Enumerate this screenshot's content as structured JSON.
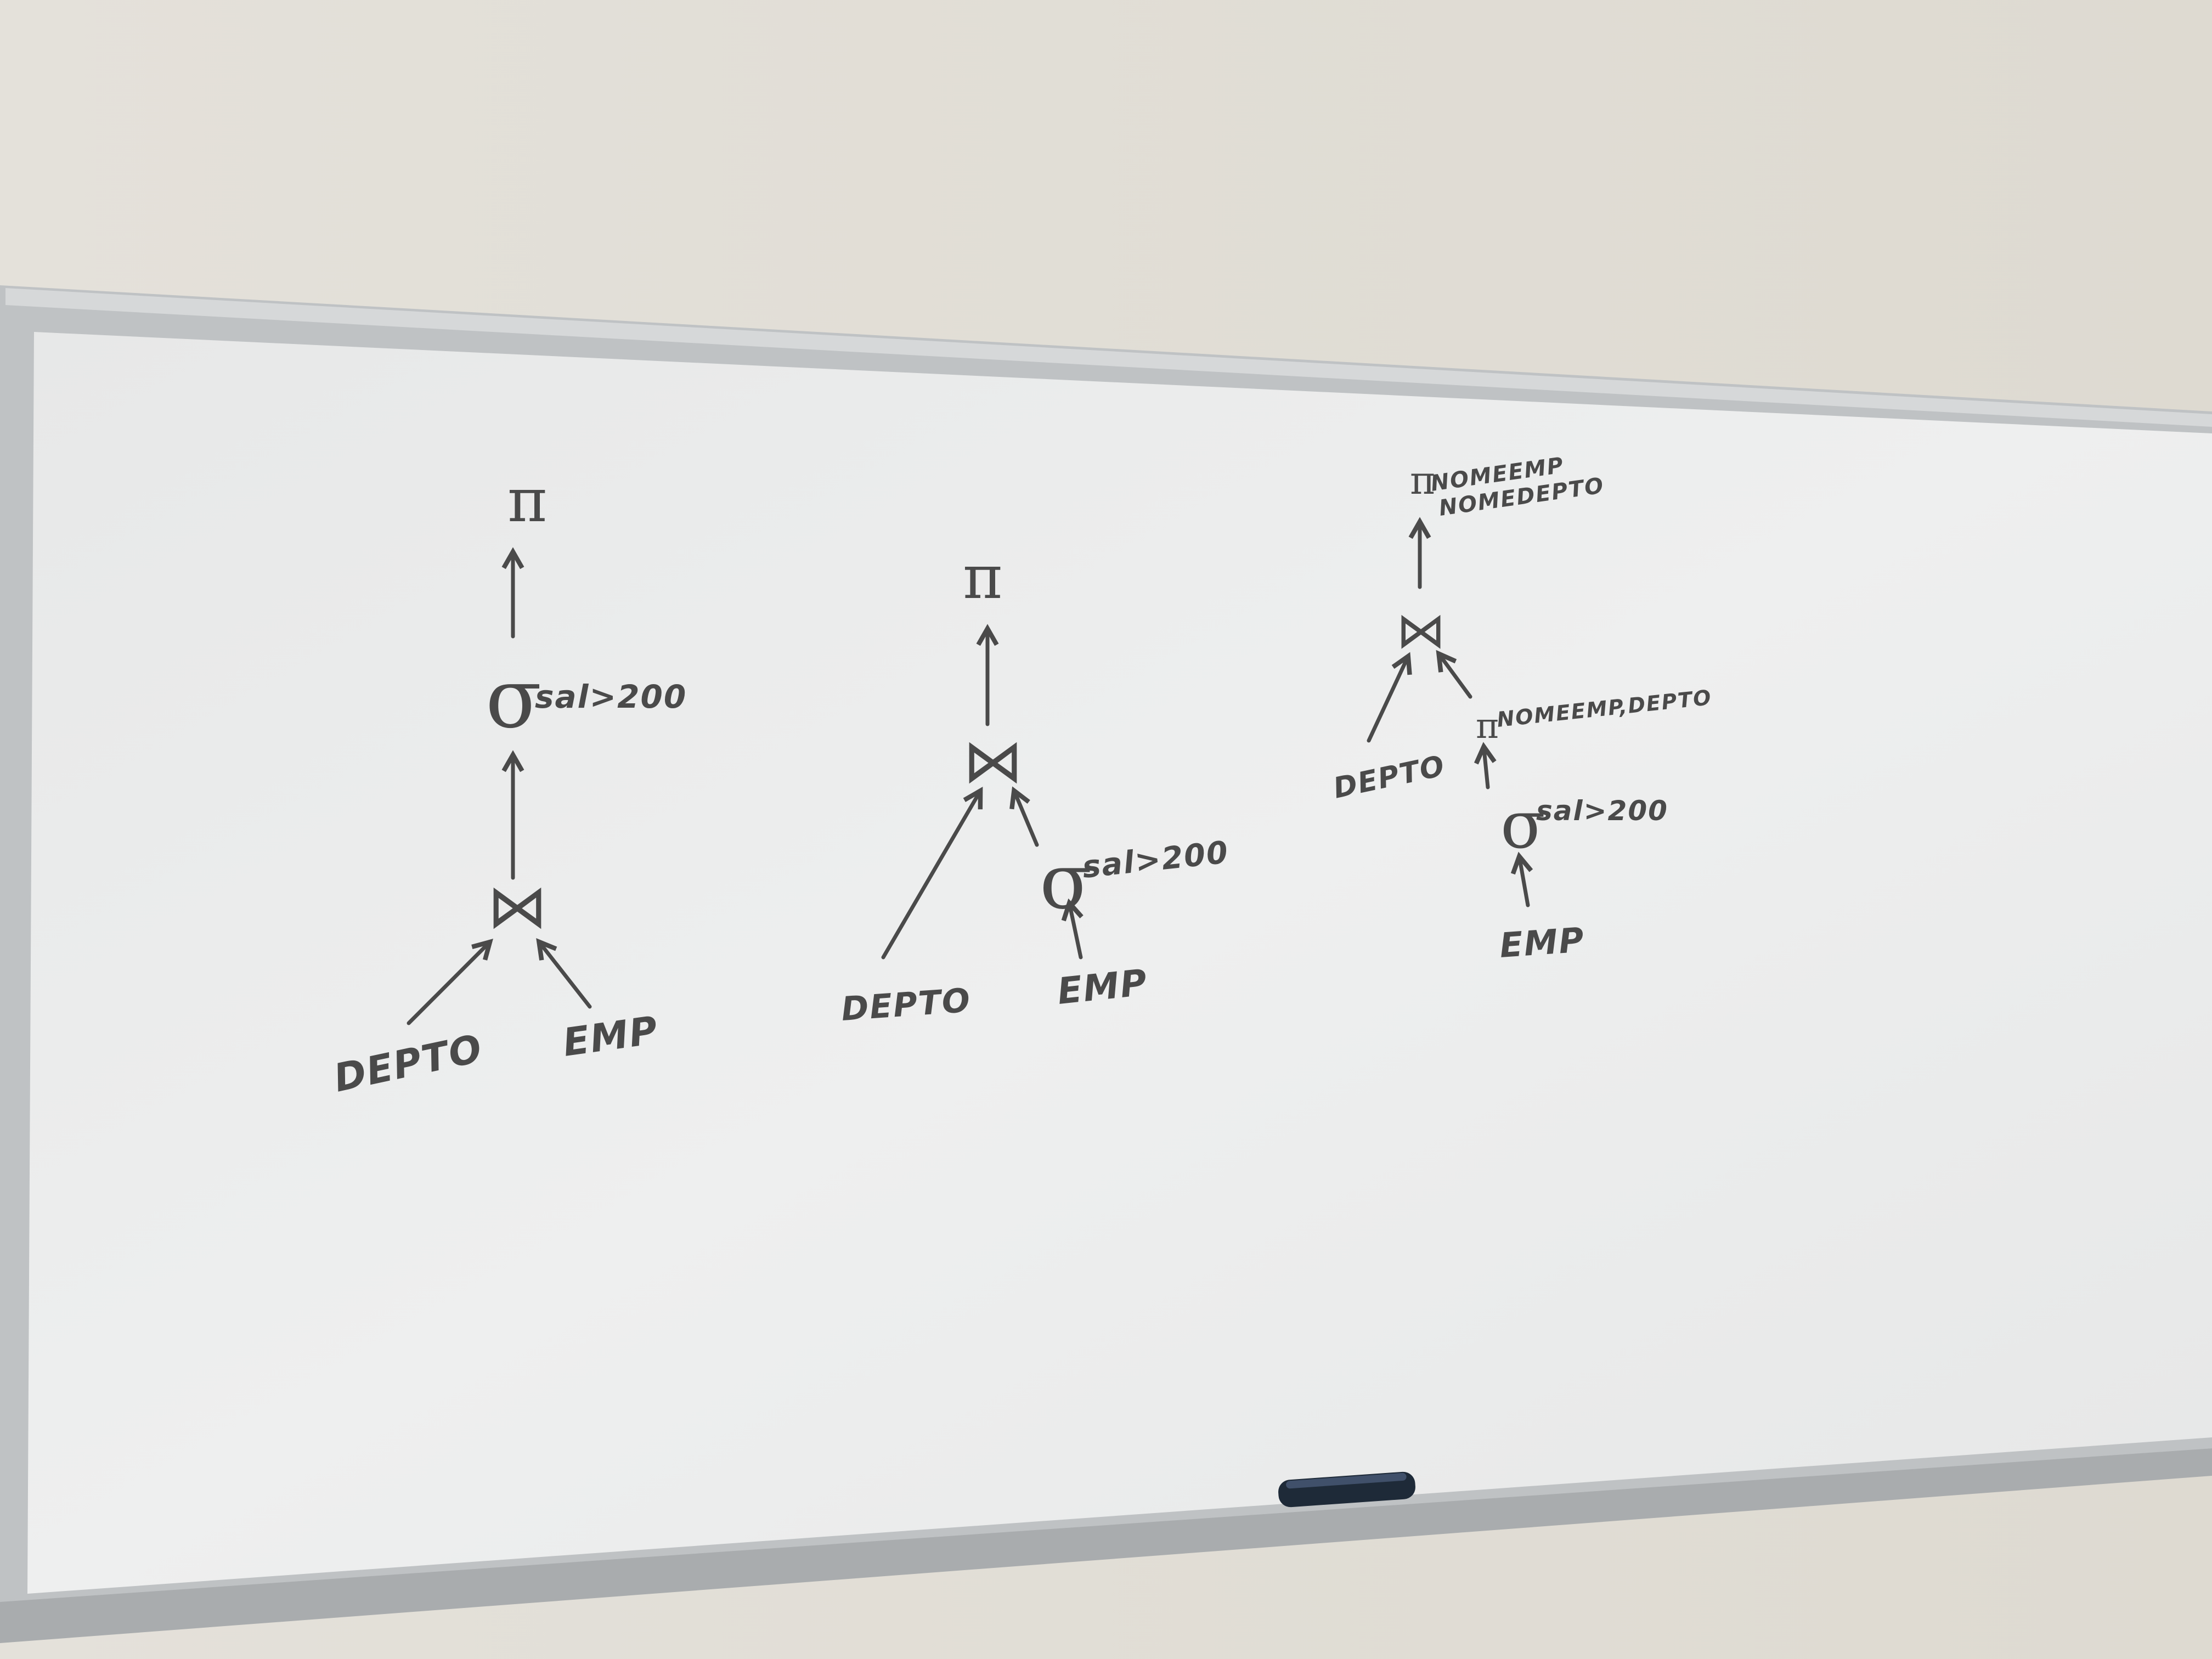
{
  "trees": [
    {
      "nodes": {
        "project": "π",
        "select": "σ",
        "select_cond": "sal>200",
        "join": "⋈",
        "left_leaf": "DEPTO",
        "right_leaf": "EMP"
      }
    },
    {
      "nodes": {
        "project": "π",
        "join": "⋈",
        "select": "σ",
        "select_cond": "sal>200",
        "left_leaf": "DEPTO",
        "right_leaf": "EMP"
      }
    },
    {
      "nodes": {
        "project_top": "π",
        "project_top_attrs_1": "NOMEEMP",
        "project_top_attrs_2": "NOMEDEPTO",
        "join": "⋈",
        "left_leaf": "DEPTO",
        "project_inner": "π",
        "project_inner_attrs": "NOMEEMP,DEPTO",
        "select": "σ",
        "select_cond": "sal>200",
        "right_leaf": "EMP"
      }
    }
  ],
  "colors": {
    "wall": "#e3e0d8",
    "board": "#eceded",
    "frame": "#bfc2c4",
    "ink": "#4a4a4a",
    "eraser": "#1e2a38"
  }
}
